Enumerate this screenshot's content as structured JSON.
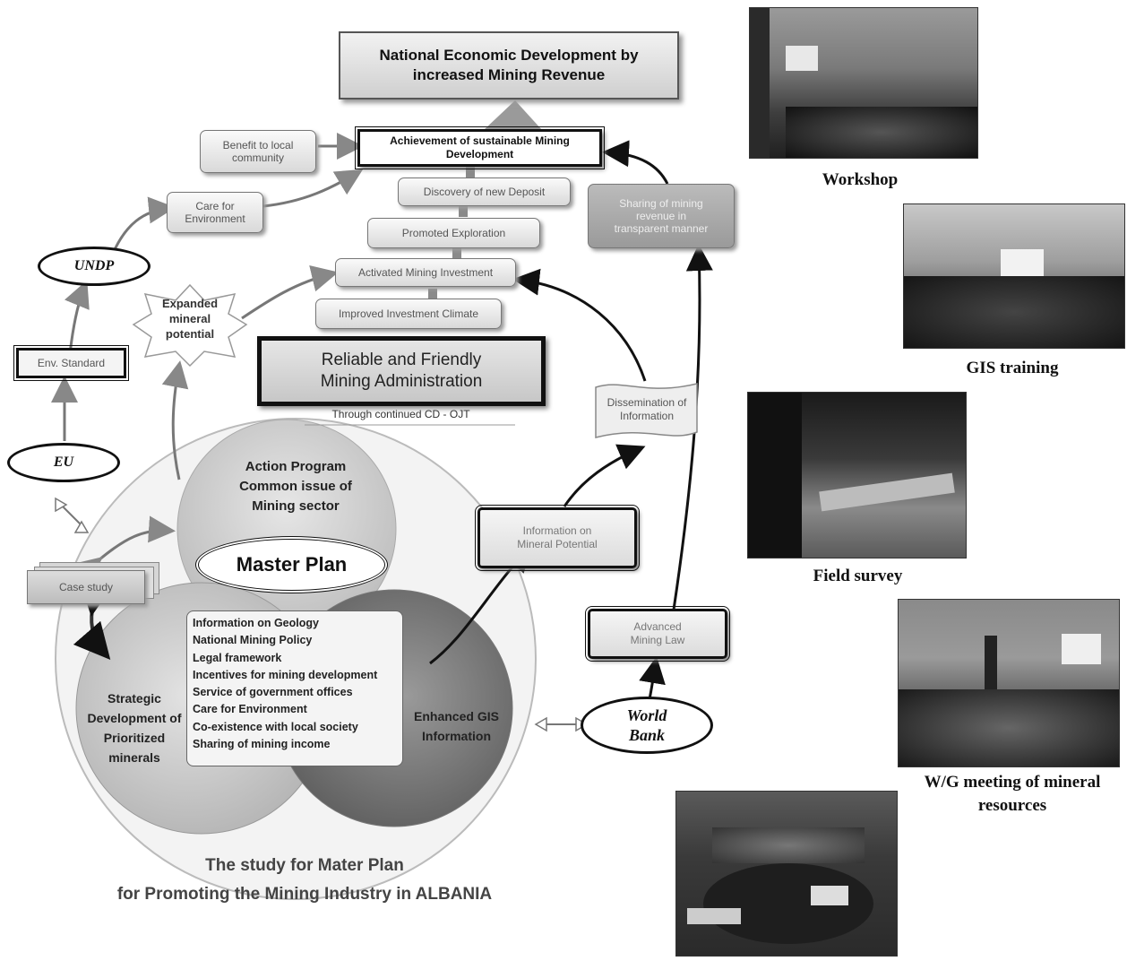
{
  "goal": "National Economic Development by increased Mining Revenue",
  "achievement": "Achievement of sustainable Mining Development",
  "benefit": "Benefit to local community",
  "care_env": "Care for Environment",
  "discovery": "Discovery of new Deposit",
  "promoted": "Promoted Exploration",
  "activated": "Activated Mining Investment",
  "improved": "Improved Investment Climate",
  "reliable": "Reliable and Friendly Mining Administration",
  "through": "Through continued CD - OJT",
  "sharing_revenue": "Sharing of mining revenue in transparent manner",
  "dissemination": "Dissemination of Information",
  "info_mineral": "Information on Mineral Potential",
  "advanced_law": "Advanced Mining Law",
  "undp": "UNDP",
  "env_standard": "Env. Standard",
  "eu": "EU",
  "expanded": "Expanded mineral potential",
  "case_study": "Case study",
  "world_bank": "World Bank",
  "action_program": "Action Program Common issue of Mining sector",
  "master_plan": "Master Plan",
  "info_list": [
    "Information on Geology",
    "National Mining Policy",
    "Legal framework",
    "Incentives for mining development",
    "Service of government offices",
    "Care for Environment",
    "Co-existence with local society",
    "Sharing of mining income"
  ],
  "strategic": "Strategic Development of Prioritized minerals",
  "enhanced_gis": "Enhanced GIS Information",
  "study_title_1": "The study for Mater Plan",
  "study_title_2": "for Promoting the Mining Industry in ALBANIA",
  "captions": {
    "workshop": "Workshop",
    "gis_training": "GIS training",
    "field_survey": "Field survey",
    "wg_meeting": "W/G meeting of mineral resources"
  }
}
